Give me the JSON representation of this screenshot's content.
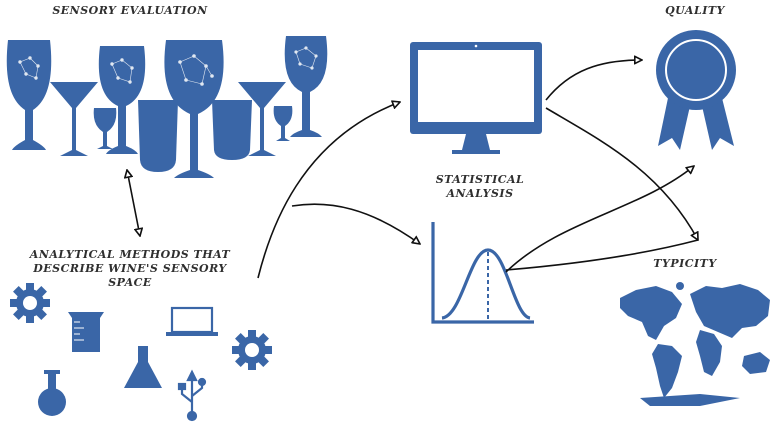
{
  "labels": {
    "sensory_evaluation": "SENSORY EVALUATION",
    "quality": "QUALITY",
    "statistical_analysis_line1": "STATISTICAL",
    "statistical_analysis_line2": "ANALYSIS",
    "analytical_methods_line1": "ANALYTICAL METHODS THAT",
    "analytical_methods_line2": "DESCRIBE WINE'S SENSORY SPACE",
    "typicity": "TYPICITY"
  },
  "colors": {
    "icon_blue": "#3a66a7",
    "arrow": "#111111",
    "text": "#2f2f2f"
  },
  "icons": [
    "wine-glass-icon",
    "cocktail-glass-icon",
    "tumbler-glass-icon",
    "computer-monitor-icon",
    "bell-curve-chart-icon",
    "award-rosette-icon",
    "world-map-icon",
    "gear-icon",
    "beaker-icon",
    "laptop-icon",
    "flask-icon",
    "usb-icon",
    "round-flask-icon"
  ]
}
